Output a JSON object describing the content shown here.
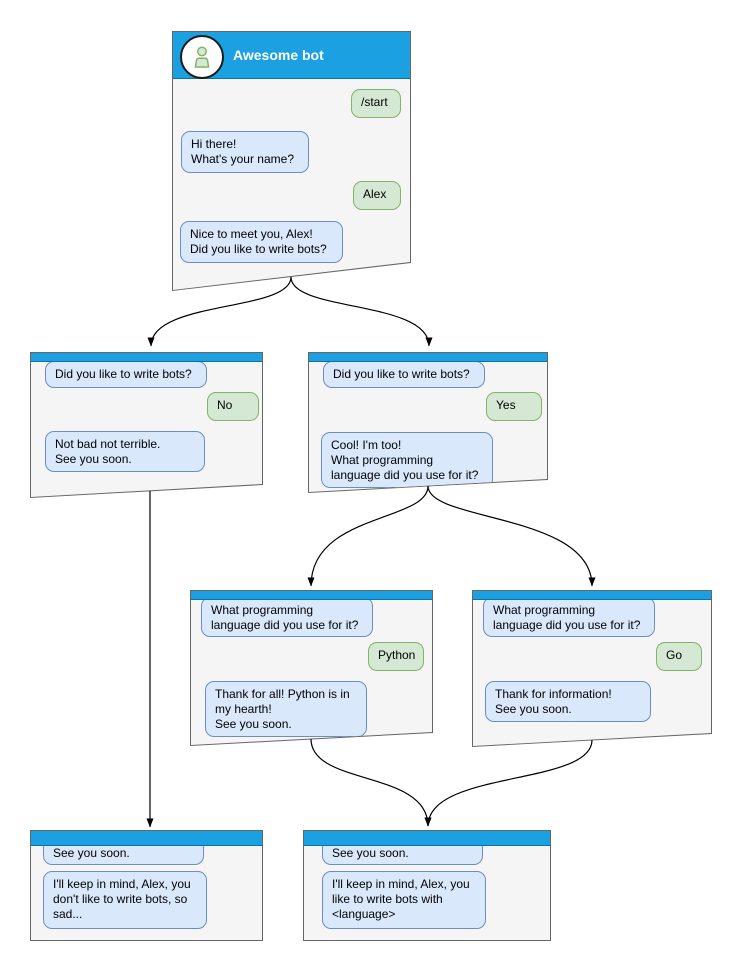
{
  "diagram": {
    "colors": {
      "titlebar_blue": "#1BA1E2",
      "window_fill": "#F5F5F5",
      "window_border": "#666666",
      "bot_bubble_fill": "#DAE8FC",
      "bot_bubble_border": "#6C8EBF",
      "user_bubble_fill": "#D5E8D4",
      "user_bubble_border": "#82B366"
    },
    "windows": [
      {
        "id": "awesome-bot",
        "title": "Awesome bot",
        "messages": [
          {
            "from": "user",
            "text": "/start"
          },
          {
            "from": "bot",
            "text": "Hi there!\nWhat's your name?"
          },
          {
            "from": "user",
            "text": "Alex"
          },
          {
            "from": "bot",
            "text": "Nice to meet you, Alex!\nDid you like to write bots?"
          }
        ]
      },
      {
        "id": "branch-no",
        "title": "",
        "messages": [
          {
            "from": "bot",
            "text": "Did you like to write bots?"
          },
          {
            "from": "user",
            "text": "No"
          },
          {
            "from": "bot",
            "text": "Not bad not terrible.\nSee you soon."
          }
        ]
      },
      {
        "id": "branch-yes",
        "title": "",
        "messages": [
          {
            "from": "bot",
            "text": "Did you like to write bots?"
          },
          {
            "from": "user",
            "text": "Yes"
          },
          {
            "from": "bot",
            "text": "Cool! I'm too!\nWhat programming\nlanguage did you use for it?"
          }
        ]
      },
      {
        "id": "branch-python",
        "title": "",
        "messages": [
          {
            "from": "bot",
            "text": "What programming\nlanguage did you use for it?"
          },
          {
            "from": "user",
            "text": "Python"
          },
          {
            "from": "bot",
            "text": "Thank for all! Python is in\nmy hearth!\nSee you soon."
          }
        ]
      },
      {
        "id": "branch-go",
        "title": "",
        "messages": [
          {
            "from": "bot",
            "text": "What programming\nlanguage did you use for it?"
          },
          {
            "from": "user",
            "text": "Go"
          },
          {
            "from": "bot",
            "text": "Thank for information!\nSee you soon."
          }
        ]
      },
      {
        "id": "end-no",
        "title": "",
        "messages": [
          {
            "from": "bot",
            "text": "See you soon."
          },
          {
            "from": "bot",
            "text": "I'll keep in mind, Alex, you\ndon't like to write bots, so\nsad..."
          }
        ]
      },
      {
        "id": "end-yes",
        "title": "",
        "messages": [
          {
            "from": "bot",
            "text": "See you soon."
          },
          {
            "from": "bot",
            "text": "I'll keep in mind, Alex, you\nlike to write bots with\n<language>"
          }
        ]
      }
    ],
    "connectors": [
      {
        "from": "awesome-bot",
        "to": "branch-no"
      },
      {
        "from": "awesome-bot",
        "to": "branch-yes"
      },
      {
        "from": "branch-no",
        "to": "end-no"
      },
      {
        "from": "branch-yes",
        "to": "branch-python"
      },
      {
        "from": "branch-yes",
        "to": "branch-go"
      },
      {
        "from": "branch-python",
        "to": "end-yes"
      },
      {
        "from": "branch-go",
        "to": "end-yes"
      }
    ]
  }
}
